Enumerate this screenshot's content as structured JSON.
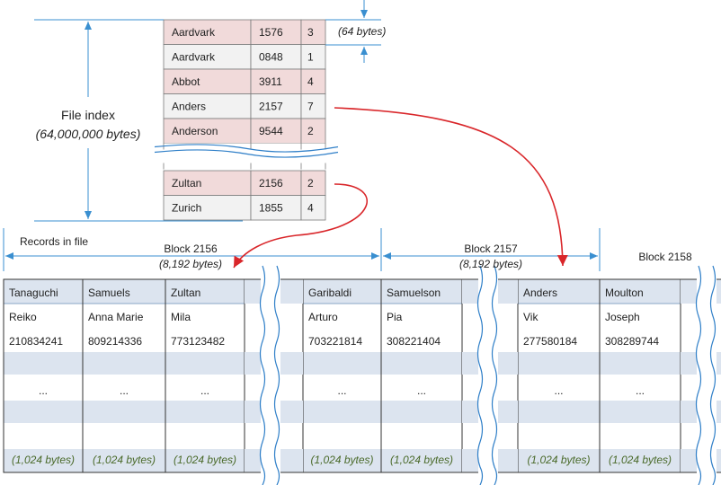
{
  "file_index": {
    "label": "File index",
    "size": "(64,000,000 bytes)",
    "entry_size": "(64 bytes)",
    "entries_top": [
      {
        "name": "Aardvark",
        "block": "1576",
        "slot": "3",
        "shaded": true
      },
      {
        "name": "Aardvark",
        "block": "0848",
        "slot": "1",
        "shaded": false
      },
      {
        "name": "Abbot",
        "block": "3911",
        "slot": "4",
        "shaded": true
      },
      {
        "name": "Anders",
        "block": "2157",
        "slot": "7",
        "shaded": false
      },
      {
        "name": "Anderson",
        "block": "9544",
        "slot": "2",
        "shaded": true
      }
    ],
    "entries_bottom": [
      {
        "name": "Zultan",
        "block": "2156",
        "slot": "2",
        "shaded": true
      },
      {
        "name": "Zurich",
        "block": "1855",
        "slot": "4",
        "shaded": false
      }
    ]
  },
  "records_label": "Records in file",
  "blocks": [
    {
      "label": "Block 2156",
      "size": "(8,192 bytes)"
    },
    {
      "label": "Block 2157",
      "size": "(8,192 bytes)"
    },
    {
      "label": "Block 2158",
      "size": ""
    }
  ],
  "records": [
    {
      "last": "Tanaguchi",
      "first": "Reiko",
      "id": "210834241",
      "ellipsis": "...",
      "size": "(1,024 bytes)"
    },
    {
      "last": "Samuels",
      "first": "Anna Marie",
      "id": "809214336",
      "ellipsis": "...",
      "size": "(1,024 bytes)"
    },
    {
      "last": "Zultan",
      "first": "Mila",
      "id": "773123482",
      "ellipsis": "...",
      "size": "(1,024 bytes)"
    },
    {
      "last": "Garibaldi",
      "first": "Arturo",
      "id": "703221814",
      "ellipsis": "...",
      "size": "(1,024 bytes)"
    },
    {
      "last": "Samuelson",
      "first": "Pia",
      "id": "308221404",
      "ellipsis": "...",
      "size": "(1,024 bytes)"
    },
    {
      "last": "Anders",
      "first": "Vik",
      "id": "277580184",
      "ellipsis": "...",
      "size": "(1,024 bytes)"
    },
    {
      "last": "Moulton",
      "first": "Joseph",
      "id": "308289744",
      "ellipsis": "...",
      "size": "(1,024 bytes)"
    }
  ],
  "colors": {
    "index_shaded": "#f1dada",
    "index_plain": "#f2f2f2",
    "record_band": "#dce4ef",
    "dimension_line": "#3a8fd0",
    "pointer_arrow": "#d9262a",
    "record_size_text": "#4a6a2a",
    "wave_line": "#2f7fc8"
  }
}
